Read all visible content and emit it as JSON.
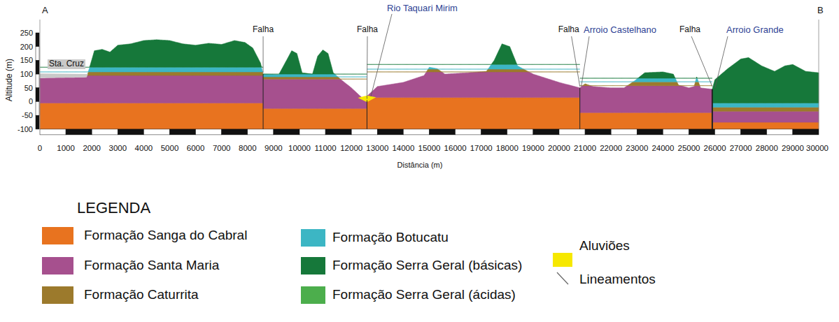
{
  "diagram": {
    "labels": [
      "A",
      "B",
      "250",
      "200",
      "150",
      "100",
      "50",
      "0",
      "-50",
      "-100",
      "Altitude (m)",
      "Sta. Cruz",
      "Falha",
      "Rio Taquari Mirim",
      "Falha",
      "Falha",
      "Arroio Castelhano",
      "Falha",
      "Arroio Grande",
      "0",
      "1000",
      "2000",
      "3000",
      "4000",
      "5000",
      "6000",
      "7000",
      "8000",
      "9000",
      "10000",
      "11000",
      "12000",
      "13000",
      "14000",
      "15000",
      "16000",
      "17000",
      "18000",
      "19000",
      "20000",
      "21000",
      "22000",
      "23000",
      "24000",
      "25000",
      "26000",
      "27000",
      "28000",
      "29000",
      "30000",
      "Distância (m)",
      "LEGENDA"
    ],
    "legend": [
      {
        "text": "Formação Sanga do Cabral",
        "color": "#e8731f"
      },
      {
        "text": "Formação Santa Maria",
        "color": "#a6508e"
      },
      {
        "text": "Formação Caturrita",
        "color": "#9c7a2c"
      },
      {
        "text": "Formação Botucatu",
        "color": "#3cb6c4"
      },
      {
        "text": "Formação Serra Geral (básicas)",
        "color": "#16783a"
      },
      {
        "text": "Formação Serra Geral (ácidas)",
        "color": "#4cae4c"
      },
      {
        "text": "Aluviões",
        "color": "#f6e800"
      },
      {
        "text": "Lineamentos"
      }
    ]
  }
}
